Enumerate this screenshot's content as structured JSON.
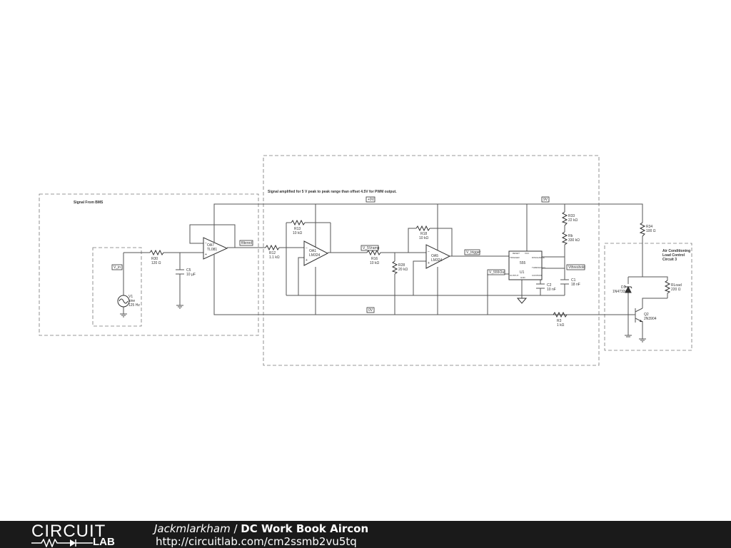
{
  "notes": {
    "signal_from_bms": "Signal From BMS",
    "amplifier": "Signal amplified for 5 V peak to peak range than offset 4.5V for PWM output.",
    "aircon_1": "Air Conditioning",
    "aircon_2": "Load Control",
    "aircon_3": "Circuit 3"
  },
  "tags": {
    "v_in": "V_in",
    "filtered": "filtered",
    "v_5ramp": "V_5Vramp",
    "v_trigger": "V_trigger",
    "threshold": "Vthreshold",
    "v_555out": "V_555Out",
    "plus9v": "+9V",
    "nine_v": "9V",
    "zero_v": "0V"
  },
  "components": {
    "v1_name": "V1",
    "v1_type": "sine",
    "v1_freq": "125 Hz",
    "r30_name": "R30",
    "r30_val": "120 Ω",
    "c5_name": "C5",
    "c5_val": "10 µF",
    "oa7_name": "OA7",
    "oa7_part": "TL081",
    "r12_name": "R12",
    "r12_val": "1.1 kΩ",
    "r13_name": "R13",
    "r13_val": "10 kΩ",
    "oa1_name": "OA1",
    "oa1_part": "LM324",
    "r16_name": "R16",
    "r16_val": "10 kΩ",
    "r28_name": "R28",
    "r28_val": "20 kΩ",
    "r18_name": "R18",
    "r18_val": "10 kΩ",
    "oa5_name": "OA5",
    "oa5_part": "LM324",
    "u1_name": "U1",
    "u1_part": "555",
    "u1_pin_trigger": "TRIGGER",
    "u1_pin_discharge": "DISCHARGE",
    "u1_pin_threshold": "THRESHOLD",
    "u1_pin_output": "OUTPUT",
    "u1_pin_control": "CONTROL",
    "u1_pin_reset": "RESET",
    "u1_pin_vcc": "VCC",
    "u1_pin_gnd": "GND",
    "c2_name": "C2",
    "c2_val": "10 nF",
    "r33_name": "R33",
    "r33_val": "22 kΩ",
    "rb_name": "Rb",
    "rb_val": "330 kΩ",
    "c1_name": "C1",
    "c1_val": "18 nF",
    "r3_name": "R3",
    "r3_val": "1 kΩ",
    "r34_name": "R34",
    "r34_val": "100 Ω",
    "d1_name": "D1",
    "d1_part": "1N4733A",
    "rload_name": "RLoad",
    "rload_val": "220 Ω",
    "q2_name": "Q2",
    "q2_part": "2N3904"
  },
  "footer": {
    "logo_top": "CIRCUIT",
    "logo_bottom": "LAB",
    "author": "Jackmlarkham",
    "separator": " / ",
    "project": "DC Work Book Aircon",
    "url": "http://circuitlab.com/cm2ssmb2vu5tq"
  }
}
